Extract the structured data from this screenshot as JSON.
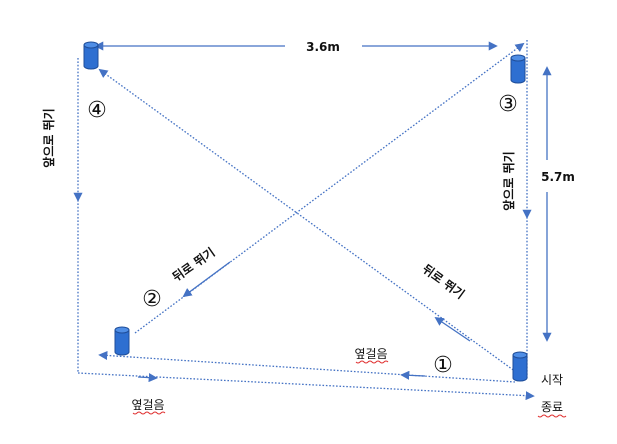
{
  "diagram": {
    "colors": {
      "line": "#4472c4",
      "cone_fill": "#2e6fd1",
      "cone_top": "#4f8ee6",
      "cone_stroke": "#1f4e9a",
      "text": "#111111",
      "spell_underline": "#e03030"
    },
    "labels": {
      "width": "3.6m",
      "height": "5.7m",
      "left_side": "앞으로 뛰기",
      "right_side": "앞으로 뛰기",
      "back_run_left": "뒤로 뛰기",
      "back_run_right": "뒤로 뛰기",
      "side_step_top": "옆걸음",
      "side_step_bottom": "옆걸음",
      "start": "시작",
      "end": "종료"
    },
    "markers": {
      "m1": "①",
      "m2": "②",
      "m3": "③",
      "m4": "④"
    },
    "icons": [
      "cone-icon",
      "arrow-head-icon"
    ]
  }
}
